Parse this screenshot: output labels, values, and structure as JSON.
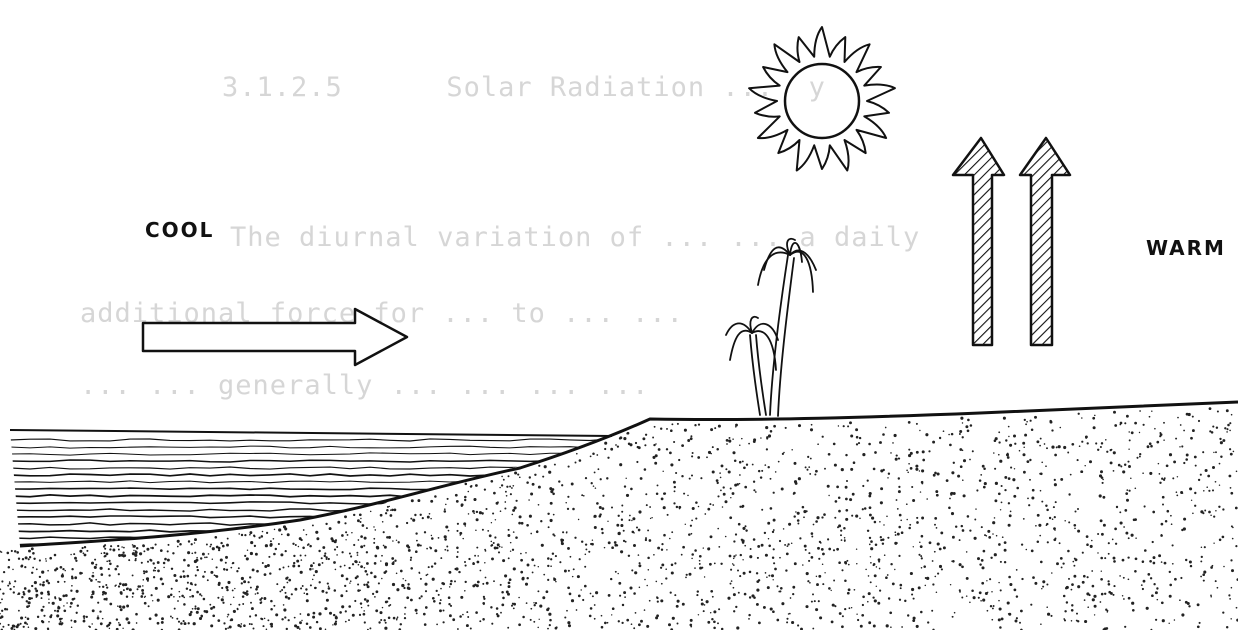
{
  "labels": {
    "cool": "COOL",
    "warm": "WARM"
  },
  "bleed_through": {
    "heading": "3.1.2.5      Solar Radiation ...  y",
    "lines": [
      "The diurnal variation of ... ... a daily",
      "additional force for ... to ... ...",
      "... ... generally ... ... ... ...",
      "... ... ... ... ... ... ...",
      "... ... ... ... ... ... ...",
      "...  ..."
    ]
  },
  "colors": {
    "ink": "#111111",
    "bleed_through": "#d6d6d6",
    "background": "#ffffff"
  },
  "icons": [
    "sun-icon",
    "palm-tree-icon",
    "right-arrow-icon",
    "up-arrow-icon"
  ]
}
